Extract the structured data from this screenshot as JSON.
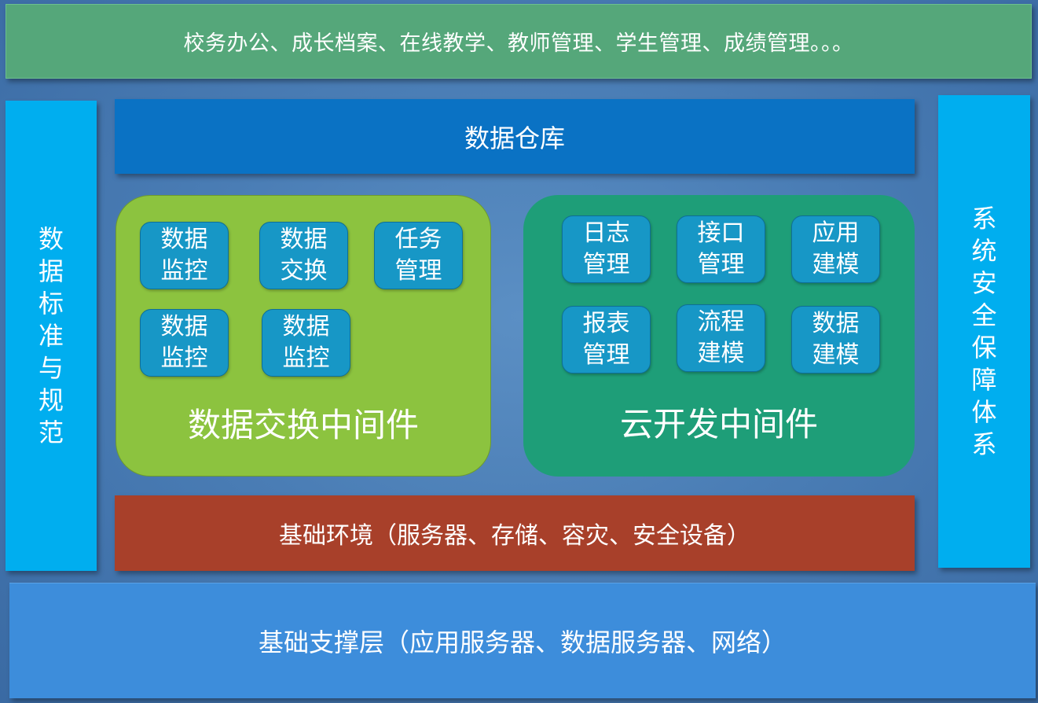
{
  "top_apps": "校务办公、成长档案、在线教学、教师管理、学生管理、成绩管理。。。",
  "left_column": [
    "数",
    "据",
    "标",
    "准",
    "与",
    "规",
    "范"
  ],
  "right_column": [
    "系",
    "统",
    "安",
    "全",
    "保",
    "障",
    "体",
    "系"
  ],
  "data_warehouse": "数据仓库",
  "exchange_middleware": {
    "title": "数据交换中间件",
    "modules": [
      {
        "line1": "数据",
        "line2": "监控"
      },
      {
        "line1": "数据",
        "line2": "交换"
      },
      {
        "line1": "任务",
        "line2": "管理"
      },
      {
        "line1": "数据",
        "line2": "监控"
      },
      {
        "line1": "数据",
        "line2": "监控"
      }
    ]
  },
  "cloud_middleware": {
    "title": "云开发中间件",
    "modules": [
      {
        "line1": "日志",
        "line2": "管理"
      },
      {
        "line1": "接口",
        "line2": "管理"
      },
      {
        "line1": "应用",
        "line2": "建模"
      },
      {
        "line1": "报表",
        "line2": "管理"
      },
      {
        "line1": "流程",
        "line2": "建模"
      },
      {
        "line1": "数据",
        "line2": "建模"
      }
    ]
  },
  "base_environment": "基础环境（服务器、存储、容灾、安全设备）",
  "base_support": "基础支撑层（应用服务器、数据服务器、网络）",
  "colors": {
    "background": "#4a7db5",
    "top_apps": "#55a77a",
    "side_columns": "#00aeef",
    "data_warehouse": "#0a72c4",
    "exchange_panel": "#8cc33f",
    "cloud_panel": "#1e9e78",
    "module": "#1797c6",
    "base_environment": "#a8402a",
    "base_support": "#3d8ddb"
  }
}
